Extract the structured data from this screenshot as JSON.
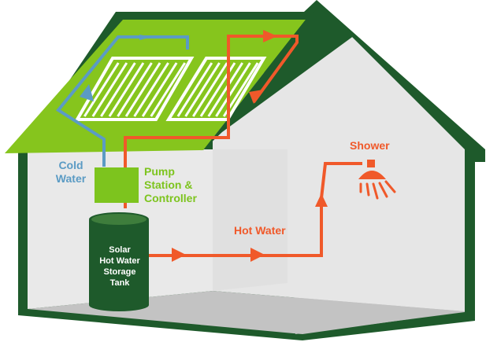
{
  "labels": {
    "cold_water": [
      "Cold",
      "Water"
    ],
    "pump_station": [
      "Pump",
      "Station &",
      "Controller"
    ],
    "shower": "Shower",
    "hot_water": "Hot Water",
    "tank": [
      "Solar",
      "Hot Water",
      "Storage",
      "Tank"
    ]
  },
  "colors": {
    "roof_green": "#86c51d",
    "roof_outline": "#1e5a2b",
    "wall_light": "#e7e7e7",
    "wall_dark": "#d2d2d2",
    "floor": "#bfbfbf",
    "tank": "#1e5a2b",
    "pump_box": "#7dc41e",
    "cold_pipe": "#5b9bc4",
    "hot_pipe": "#f0592a"
  }
}
